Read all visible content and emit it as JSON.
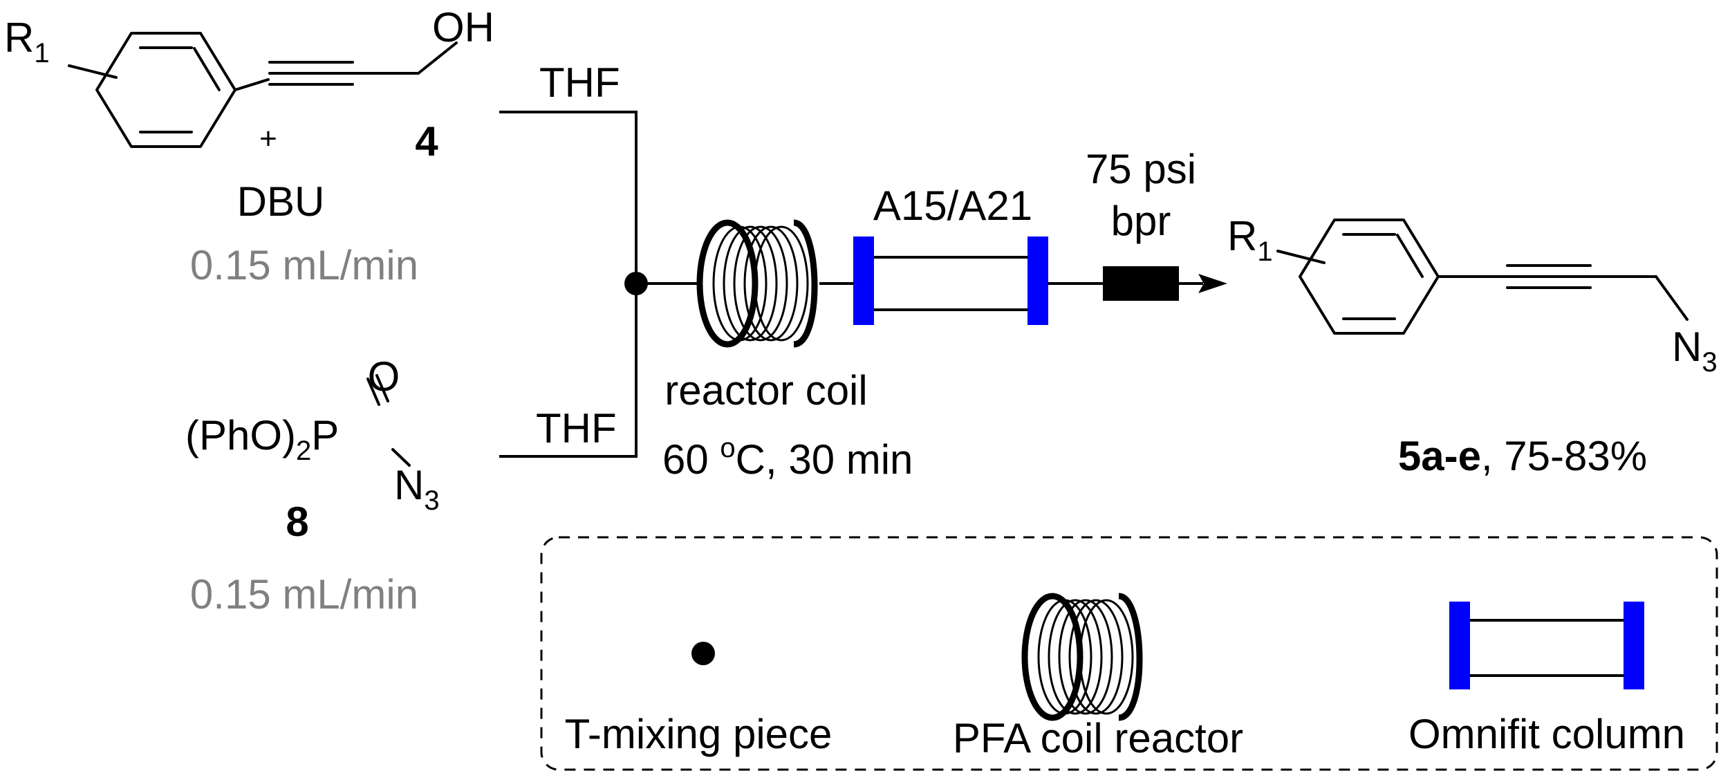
{
  "reagents": {
    "top": {
      "substituent": "R",
      "substituent_sub": "1",
      "oh": "OH",
      "plus": "+",
      "compound_number": "4",
      "base": "DBU",
      "flow_rate": "0.15 mL/min",
      "solvent": "THF"
    },
    "bottom": {
      "oxygen": "O",
      "phosphoryl_prefix": "(PhO)",
      "phosphoryl_sub": "2",
      "phosphorus": "P",
      "azide_n": "N",
      "azide_sub": "3",
      "compound_number": "8",
      "flow_rate": "0.15 mL/min",
      "solvent": "THF"
    }
  },
  "reactor": {
    "label": "reactor coil",
    "temp_value": "60 ",
    "temp_degree": "o",
    "temp_rest": "C, 30 min"
  },
  "column": {
    "label": "A15/A21"
  },
  "bpr": {
    "line1": "75 psi",
    "line2": "bpr"
  },
  "product": {
    "substituent": "R",
    "substituent_sub": "1",
    "azide_n": "N",
    "azide_sub": "3",
    "compound_label": "5a-e",
    "yield": ", 75-83%"
  },
  "legend": {
    "t_mixing": "T-mixing piece",
    "coil": "PFA coil reactor",
    "column": "Omnifit column"
  },
  "colors": {
    "column_end": "#0000ff",
    "flow_rate_text": "#808080",
    "lines": "#000000"
  }
}
